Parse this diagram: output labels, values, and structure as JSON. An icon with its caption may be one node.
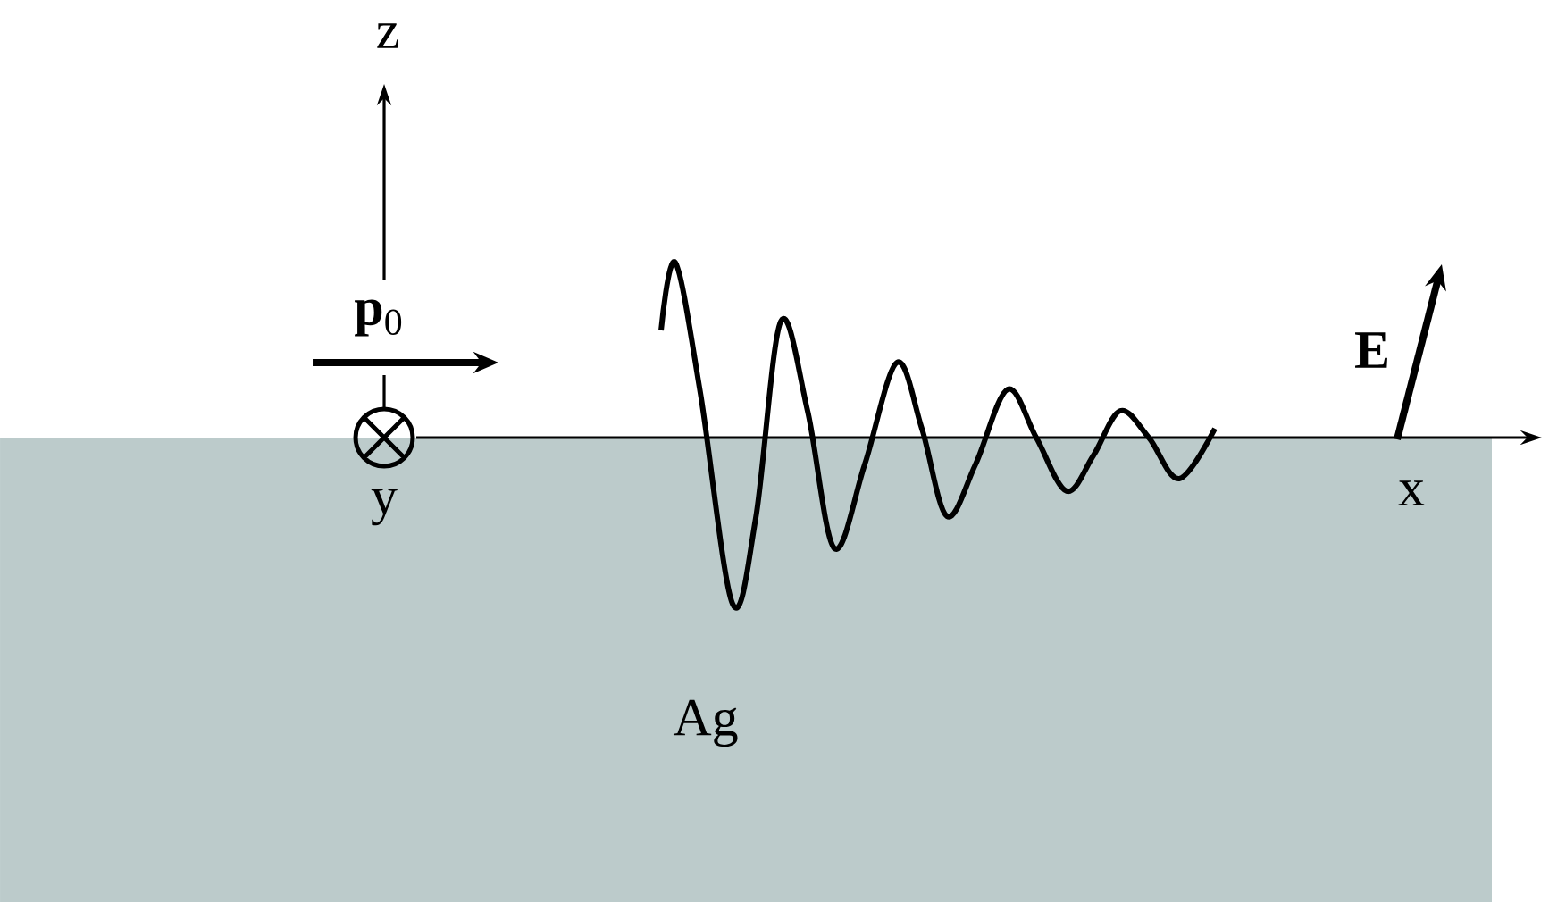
{
  "diagram": {
    "labels": [
      "z",
      "**p**$_{0}$",
      "E",
      "y",
      "x",
      "Ag"
    ]
  }
}
